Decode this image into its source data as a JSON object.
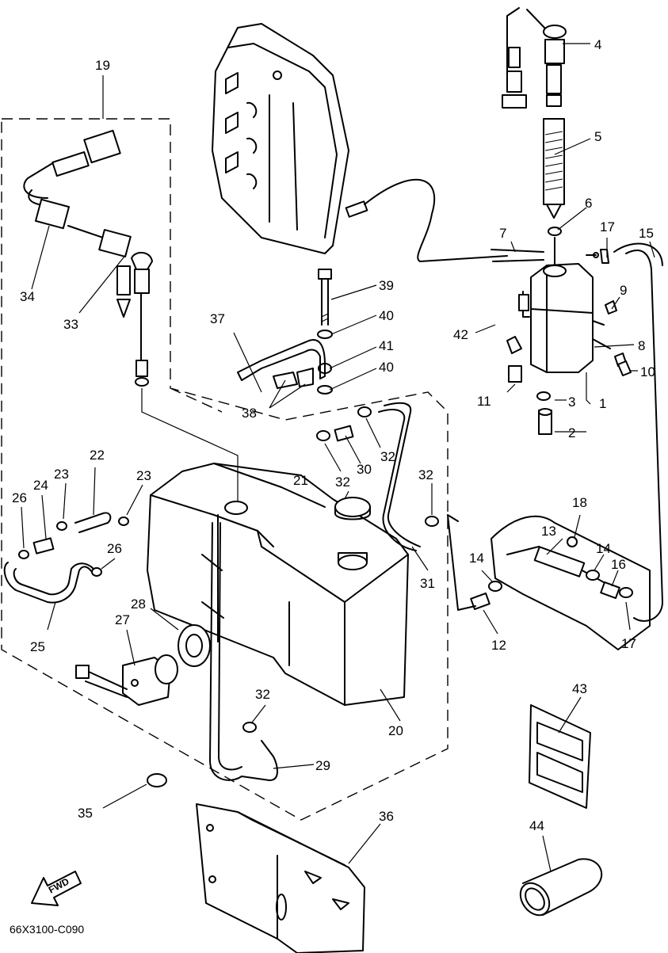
{
  "diagram_code": "66X3100-C090",
  "fwd_label": "FWD",
  "callouts": [
    "1",
    "2",
    "3",
    "4",
    "5",
    "6",
    "7",
    "8",
    "9",
    "10",
    "11",
    "12",
    "13",
    "14",
    "14",
    "15",
    "16",
    "17",
    "17",
    "18",
    "19",
    "20",
    "21",
    "22",
    "23",
    "23",
    "24",
    "25",
    "26",
    "26",
    "27",
    "28",
    "29",
    "30",
    "31",
    "32",
    "32",
    "32",
    "32",
    "33",
    "34",
    "35",
    "36",
    "37",
    "38",
    "39",
    "40",
    "40",
    "41",
    "42",
    "43",
    "44"
  ]
}
